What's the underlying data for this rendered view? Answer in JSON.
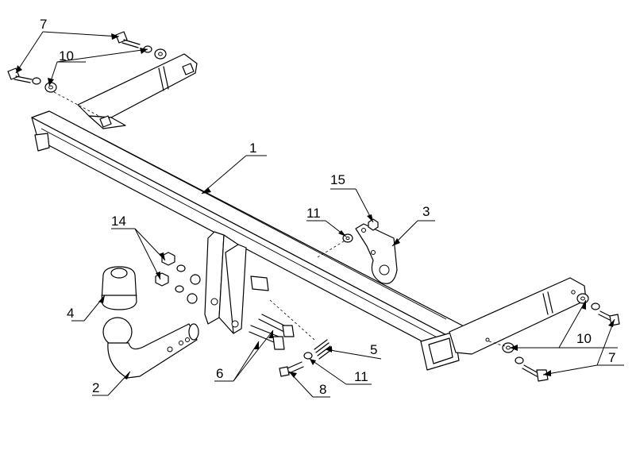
{
  "diagram": {
    "callouts": [
      "1",
      "2",
      "3",
      "4",
      "5",
      "6",
      "7",
      "7",
      "8",
      "10",
      "10",
      "11",
      "11",
      "14",
      "15"
    ]
  }
}
